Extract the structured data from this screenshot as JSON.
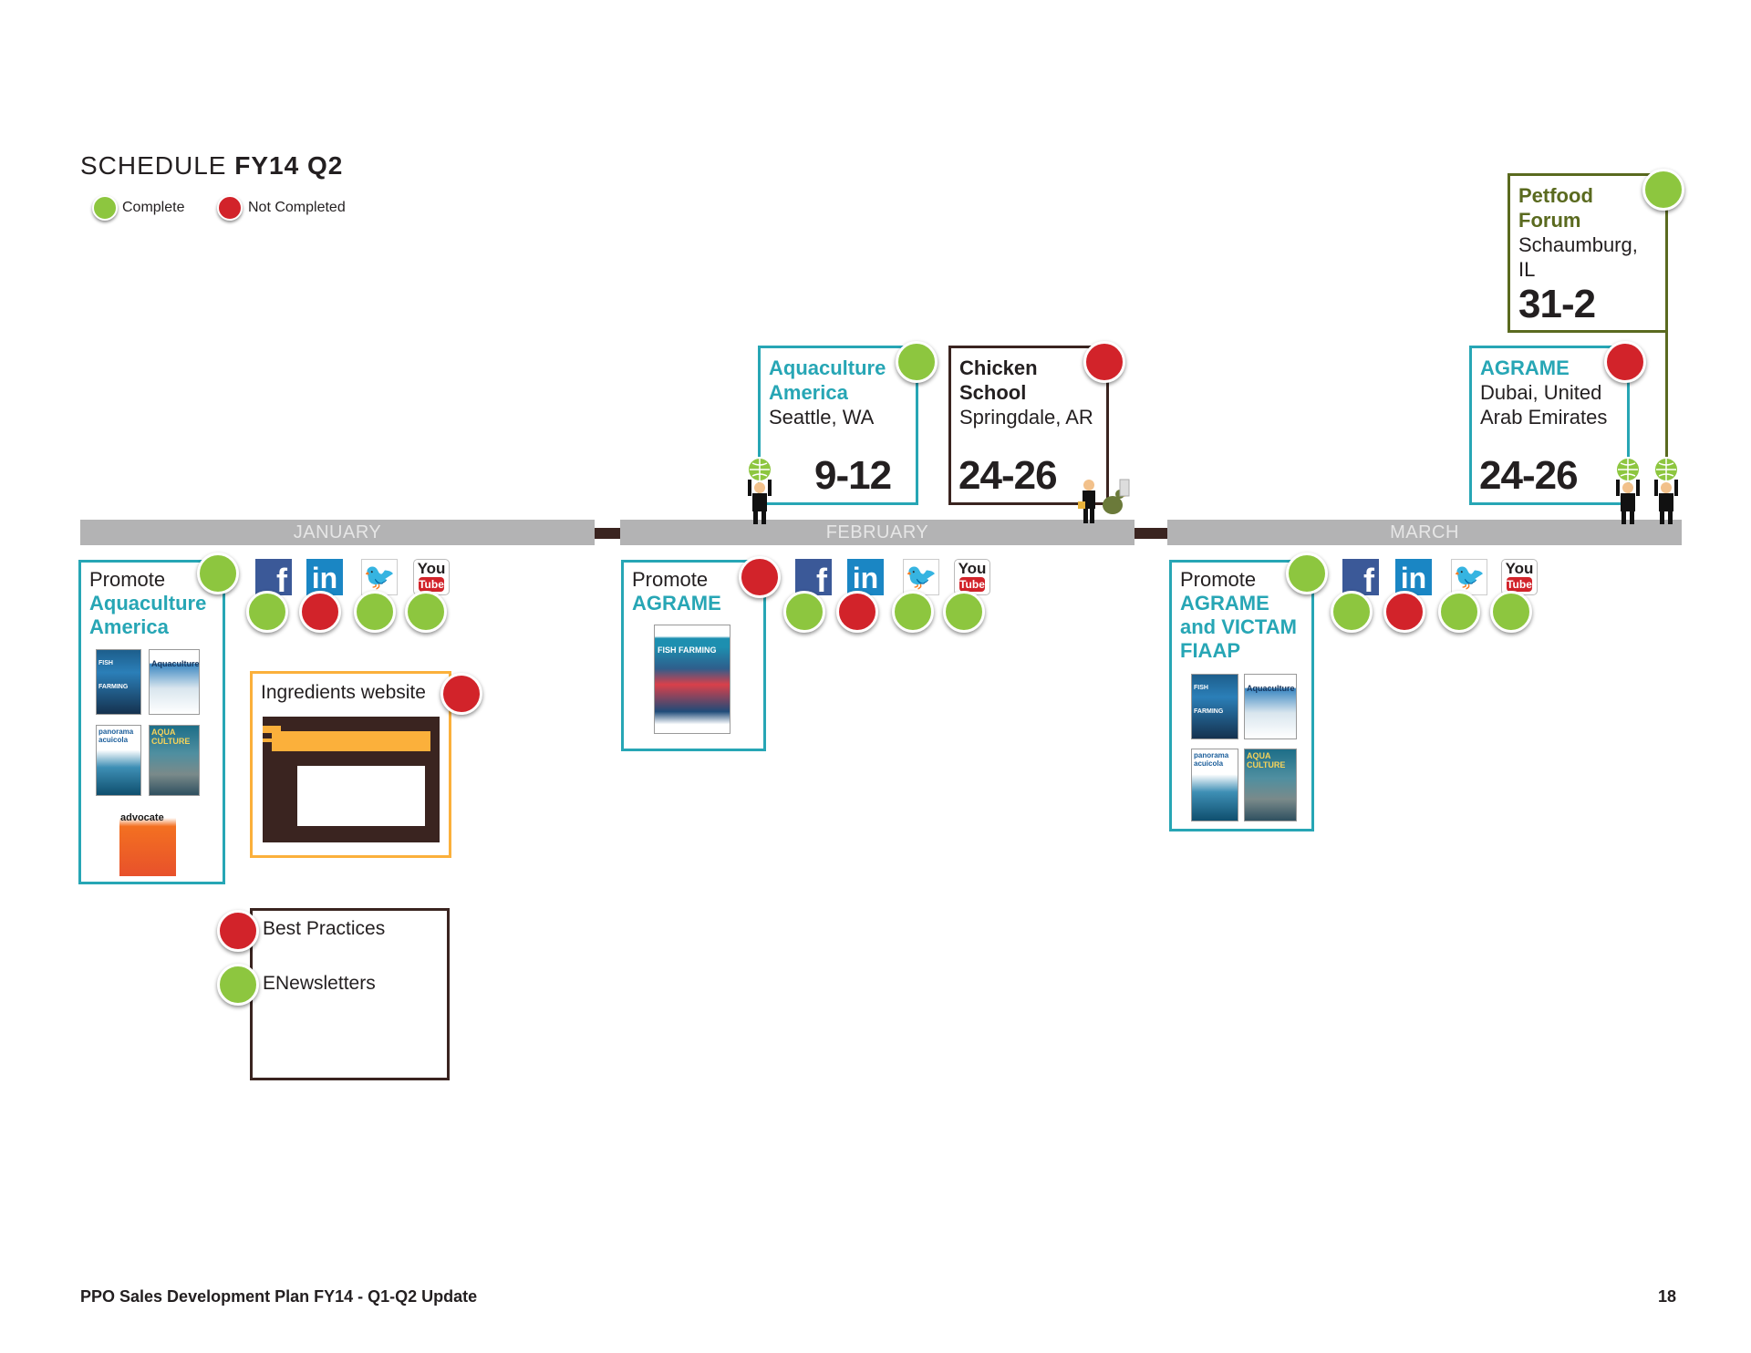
{
  "header": {
    "title_light": "SCHEDULE",
    "title_bold": "FY14 Q2",
    "legend": [
      {
        "label": "Complete",
        "color": "#8dc63f"
      },
      {
        "label": "Not Completed",
        "color": "#d2232a"
      }
    ]
  },
  "timeline": {
    "months": [
      "JANUARY",
      "FEBRUARY",
      "MARCH"
    ]
  },
  "events": {
    "aquaculture_america": {
      "name_line1": "Aquaculture",
      "name_line2": "America",
      "location": "Seattle, WA",
      "dates": "9-12",
      "status": "complete"
    },
    "chicken_school": {
      "name_line1": "Chicken",
      "name_line2": "School",
      "location": "Springdale, AR",
      "dates": "24-26",
      "status": "not_completed"
    },
    "agrame": {
      "name_line1": "AGRAME",
      "location_line1": "Dubai, United",
      "location_line2": "Arab Emirates",
      "dates": "24-26",
      "status": "not_completed"
    },
    "petfood_forum": {
      "name_line1": "Petfood",
      "name_line2": "Forum",
      "location": "Schaumburg, IL",
      "dates": "31-2",
      "status": "complete"
    }
  },
  "promotions": {
    "january": {
      "label": "Promote",
      "target_line1": "Aquaculture",
      "target_line2": "America",
      "status": "complete",
      "social_status": [
        "complete",
        "not_completed",
        "complete",
        "complete"
      ]
    },
    "february": {
      "label": "Promote",
      "target_line1": "AGRAME",
      "status": "not_completed",
      "social_status": [
        "complete",
        "not_completed",
        "complete",
        "complete"
      ]
    },
    "march": {
      "label": "Promote",
      "target_line1": "AGRAME",
      "target_line2": "and VICTAM",
      "target_line3": "FIAAP",
      "status": "complete",
      "social_status": [
        "complete",
        "not_completed",
        "complete",
        "complete"
      ]
    }
  },
  "social_icons": [
    "facebook-icon",
    "linkedin-icon",
    "twitter-icon",
    "youtube-icon"
  ],
  "social_glyphs": {
    "facebook": "f",
    "linkedin": "in",
    "twitter": "🐦",
    "youtube_top": "You",
    "youtube_bottom": "Tube"
  },
  "magazines": {
    "fish_farming": "FISH FARMING",
    "aquaculture": "Aquaculture",
    "panorama": "panorama acuicola",
    "aqua_culture": "AQUA CULTURE",
    "advocate": "advocate"
  },
  "ingredients": {
    "label": "Ingredients website",
    "status": "not_completed"
  },
  "newsletters": {
    "items": [
      {
        "label": "Best Practices",
        "status": "not_completed"
      },
      {
        "label": "ENewsletters",
        "status": "complete"
      }
    ]
  },
  "colors": {
    "complete": "#8dc63f",
    "not_completed": "#d2232a",
    "teal": "#27a6b5",
    "olive": "#5a6a1f",
    "orange": "#fbb03b",
    "bar": "#b3b3b4"
  },
  "footer": {
    "left": "PPO Sales Development Plan FY14 - Q1-Q2 Update",
    "page": "18"
  }
}
